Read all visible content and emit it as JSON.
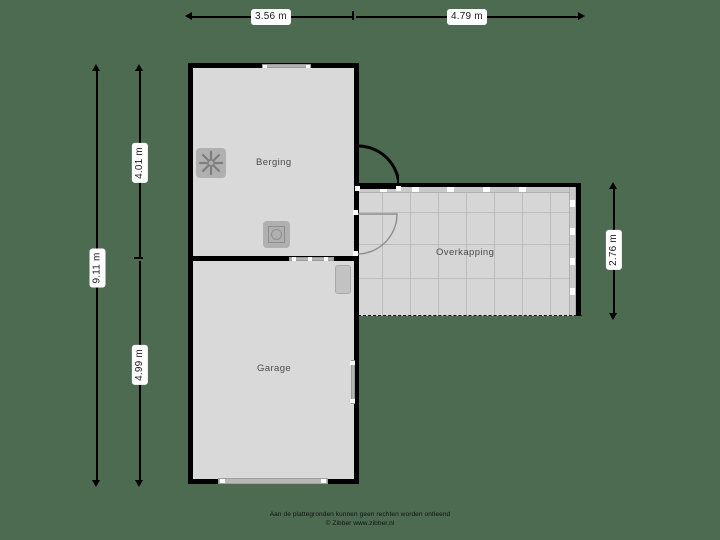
{
  "plan": {
    "background_color": "#4c6b51",
    "wall_color": "#000000",
    "floor_color": "#d9d9d9",
    "canopy_color": "#d6d6d6"
  },
  "dimensions": {
    "top": [
      {
        "label": "3.56 m",
        "name": "dim-top-berging-width"
      },
      {
        "label": "4.79 m",
        "name": "dim-top-overkapping-width"
      }
    ],
    "left_outer": {
      "label": "9.11 m",
      "name": "dim-left-total-depth"
    },
    "left_inner": [
      {
        "label": "4.01 m",
        "name": "dim-left-berging-depth"
      },
      {
        "label": "4.99 m",
        "name": "dim-left-garage-depth"
      }
    ],
    "right": {
      "label": "2.76 m",
      "name": "dim-right-overkapping-depth"
    }
  },
  "rooms": [
    {
      "name": "berging",
      "label": "Berging"
    },
    {
      "name": "garage",
      "label": "Garage"
    },
    {
      "name": "overkapping",
      "label": "Overkapping"
    }
  ],
  "icons": {
    "heating_unit": "asterisk-vent-icon",
    "washing_machine": "washing-machine-icon",
    "cabinet": "cabinet-icon"
  },
  "footer": {
    "line1": "Aan de plattegronden kunnen geen rechten worden ontleend",
    "line2": "© Zibber www.zibber.nl"
  }
}
